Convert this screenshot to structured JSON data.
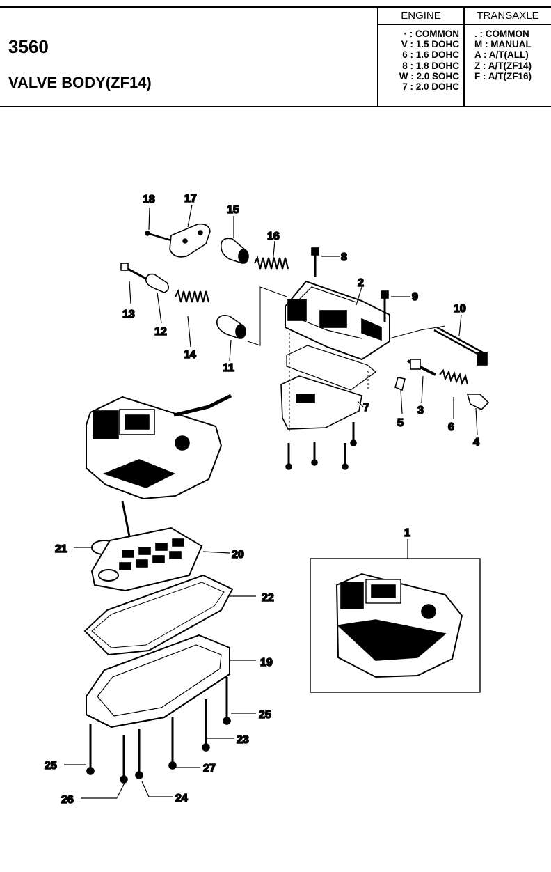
{
  "header": {
    "code": "3560",
    "title": "VALVE BODY(ZF14)",
    "engine": {
      "heading": "ENGINE",
      "rows": [
        "· : COMMON",
        "V : 1.5 DOHC",
        "6 : 1.6 DOHC",
        "8 : 1.8 DOHC",
        "W : 2.0 SOHC",
        "7 : 2.0 DOHC"
      ]
    },
    "transaxle": {
      "heading": "TRANSAXLE",
      "rows": [
        ". : COMMON",
        "M : MANUAL",
        "A : A/T(ALL)",
        "Z : A/T(ZF14)",
        "F : A/T(ZF16)"
      ]
    }
  },
  "callouts": [
    "1",
    "2",
    "3",
    "4",
    "5",
    "6",
    "7",
    "8",
    "9",
    "10",
    "11",
    "12",
    "13",
    "14",
    "15",
    "16",
    "17",
    "18",
    "19",
    "20",
    "21",
    "22",
    "23",
    "24",
    "25",
    "25",
    "26",
    "27"
  ]
}
